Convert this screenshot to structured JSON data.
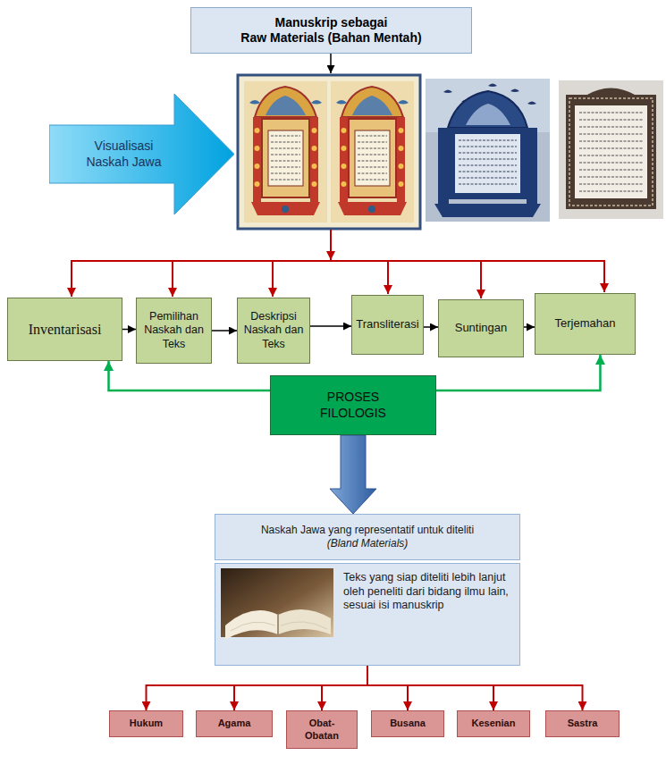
{
  "diagram": {
    "nodes": [
      {
        "text": [
          "Manuskrip sebagai",
          "Raw Materials (Bahan Mentah)"
        ]
      },
      {
        "text": [
          "Visualisasi Naskah Jawa"
        ]
      },
      {
        "text": [
          "Inventarisasi"
        ]
      },
      {
        "text": [
          "Pemilihan Naskah dan Teks"
        ]
      },
      {
        "text": [
          "Deskripsi Naskah dan Teks"
        ]
      },
      {
        "text": [
          "Transliterasi"
        ]
      },
      {
        "text": [
          "Suntingan"
        ]
      },
      {
        "text": [
          "Terjemahan"
        ]
      },
      {
        "text": [
          "PROSES FILOLOGIS"
        ]
      },
      {
        "text": [
          "Naskah Jawa yang representatif untuk diteliti",
          "(Bland Materials)"
        ]
      },
      {
        "text": [
          "Teks yang siap diteliti lebih lanjut oleh peneliti dari bidang ilmu lain, sesuai isi manuskrip"
        ]
      },
      {
        "text": [
          "Hukum"
        ]
      },
      {
        "text": [
          "Agama"
        ]
      },
      {
        "text": [
          "Obat-Obatan"
        ]
      },
      {
        "text": [
          "Busana"
        ]
      },
      {
        "text": [
          "Kesenian"
        ]
      },
      {
        "text": [
          "Sastra"
        ]
      }
    ],
    "edges": [
      {
        "from": 2,
        "to": 3,
        "arrow": "to"
      },
      {
        "from": 3,
        "to": 4,
        "arrow": "to"
      },
      {
        "from": 4,
        "to": 5,
        "arrow": "to"
      },
      {
        "from": 5,
        "to": 6,
        "arrow": "to"
      },
      {
        "from": 6,
        "to": 7,
        "arrow": "to"
      },
      {
        "from": 8,
        "to": 2,
        "arrow": "to"
      },
      {
        "from": 8,
        "to": 7,
        "arrow": "to"
      },
      {
        "from": 8,
        "to": 9,
        "arrow": "to"
      },
      {
        "from": 10,
        "to": 11,
        "arrow": "to"
      },
      {
        "from": 10,
        "to": 12,
        "arrow": "to"
      },
      {
        "from": 10,
        "to": 13,
        "arrow": "to"
      },
      {
        "from": 10,
        "to": 14,
        "arrow": "to"
      },
      {
        "from": 10,
        "to": 15,
        "arrow": "to"
      },
      {
        "from": 10,
        "to": 16,
        "arrow": "to"
      }
    ]
  }
}
